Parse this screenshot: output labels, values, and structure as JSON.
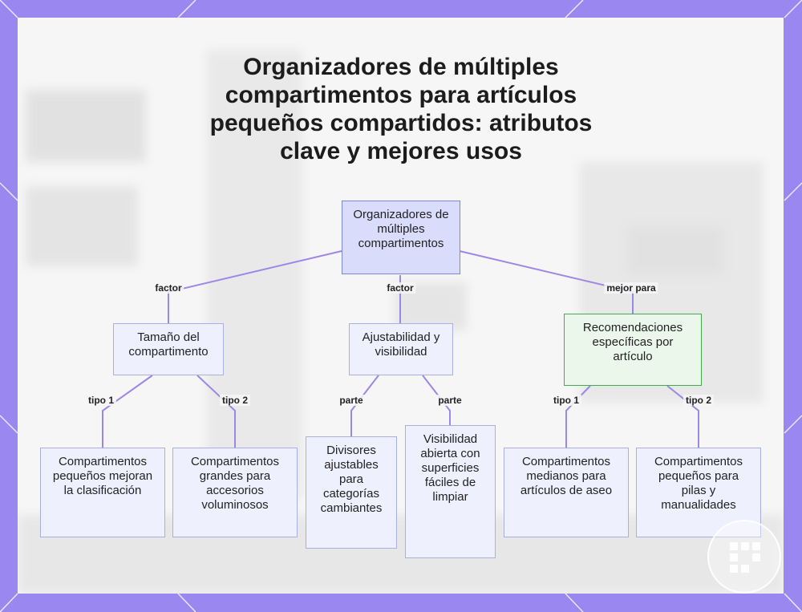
{
  "title": "Organizadores de múltiples compartimentos para artículos pequeños compartidos: atributos clave y mejores usos",
  "nodes": {
    "root": "Organizadores de múltiples compartimentos",
    "size": "Tamaño del compartimento",
    "adjust": "Ajustabilidad y visibilidad",
    "recs": "Recomendaciones específicas por artículo",
    "small_comp": "Compartimentos pequeños mejoran la clasificación",
    "large_comp": "Compartimentos grandes para accesorios voluminosos",
    "dividers": "Divisores ajustables para categorías cambiantes",
    "visibility": "Visibilidad abierta con superficies fáciles de limpiar",
    "medium_toilet": "Compartimentos medianos para artículos de aseo",
    "small_batteries": "Compartimentos pequeños para pilas y manualidades"
  },
  "edges": {
    "factor_1": "factor",
    "factor_2": "factor",
    "best_for": "mejor para",
    "type1_a": "tipo 1",
    "type2_a": "tipo 2",
    "part_1": "parte",
    "part_2": "parte",
    "type1_b": "tipo 1",
    "type2_b": "tipo 2"
  },
  "colors": {
    "frame": "#9b87f0",
    "edge": "#9c87e6",
    "root_fill": "#d9dcfb",
    "node_fill": "#eef0fd",
    "highlight_border": "#44aa4f"
  }
}
